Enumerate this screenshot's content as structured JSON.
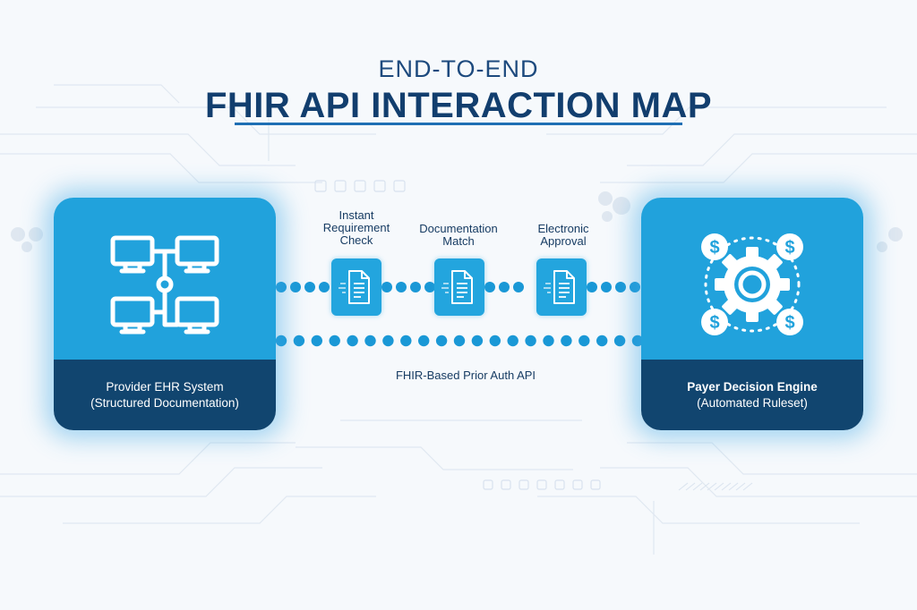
{
  "header": {
    "eyebrow": "END-TO-END",
    "title": "FHIR API INTERACTION MAP"
  },
  "provider": {
    "line1": "Provider EHR System",
    "line2": "(Structured Documentation)",
    "icon": "networked-computers-icon"
  },
  "payer": {
    "line1": "Payer Decision Engine",
    "line2": "(Automated Ruleset)",
    "icon": "gear-with-dollar-coins-icon"
  },
  "steps": [
    {
      "label": [
        "Instant",
        "Requirement",
        "Check"
      ],
      "icon": "document-icon"
    },
    {
      "label": [
        "Documentation",
        "Match"
      ],
      "icon": "document-icon"
    },
    {
      "label": [
        "Electronic",
        "Approval"
      ],
      "icon": "document-icon"
    }
  ],
  "api_label": "FHIR-Based Prior Auth API",
  "colors": {
    "accent": "#21a2dc",
    "navy": "#11456f",
    "title": "#123e6e",
    "connector": "#1a98d6"
  }
}
